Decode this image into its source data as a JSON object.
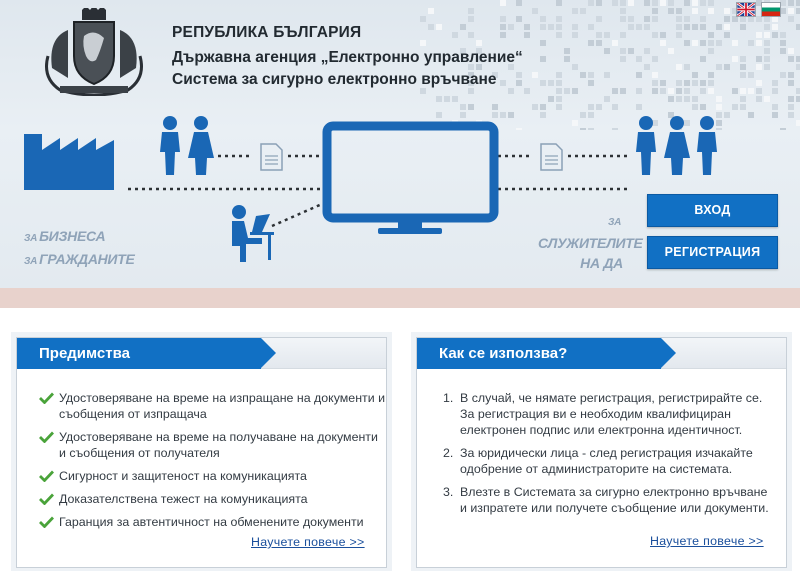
{
  "header": {
    "line1": "РЕПУБЛИКА БЪЛГАРИЯ",
    "line2": "Държавна агенция „Електронно управление“",
    "line3": "Система за сигурно електронно връчване"
  },
  "icons": {
    "crest": "coat-of-arms-icon",
    "flag_en": "uk-flag-icon",
    "flag_bg": "bulgarian-flag-icon",
    "factory": "factory-icon",
    "people": "person-icon",
    "document": "document-icon",
    "monitor": "monitor-icon",
    "worker": "person-at-laptop-icon",
    "check": "checkmark-icon"
  },
  "hero": {
    "left_caption": {
      "p1": "ЗА",
      "w1": "БИЗНЕСА",
      "p2": "ЗА",
      "w2": "ГРАЖДАНИТЕ"
    },
    "right_caption": {
      "l1": "ЗА",
      "l2": "СЛУЖИТЕЛИТЕ",
      "l3": "НА ДА"
    }
  },
  "buttons": {
    "login": "ВХОД",
    "register": "РЕГИСТРАЦИЯ"
  },
  "advantages": {
    "title": "Предимства",
    "items": [
      "Удостоверяване на време на изпращане на документи и съобщения от изпращача",
      "Удостоверяване на време на получаване на документи и съобщения от получателя",
      "Сигурност и защитеност на комуникацията",
      "Доказателствена тежест на комуникацията",
      "Гаранция за автентичност на обменените документи"
    ],
    "more": "Научете повече >>"
  },
  "howto": {
    "title": "Как се използва?",
    "items": [
      "В случай, че нямате регистрация, регистрирайте се. За регистрация ви е необходим квалифициран електронен подпис или електронна идентичност.",
      "За юридически лица - след регистрация изчакайте одобрение от администраторите на системата.",
      "Влезте в Системата за сигурно електронно връчване и изпратете или получете съобщение или документи."
    ],
    "more": "Научете повече >>"
  },
  "colors": {
    "accent": "#1170c4",
    "illustration": "#1a67b5",
    "check": "#4aa33a"
  }
}
